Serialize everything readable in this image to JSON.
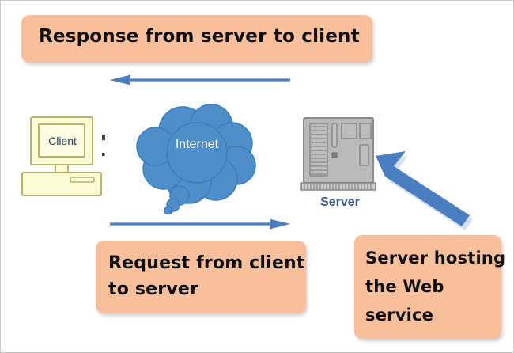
{
  "diagram": {
    "title": "Web service client-server request and response flow",
    "colors": {
      "callout_fill": "#f7bf9b",
      "arrow_blue": "#4a7ec0",
      "cloud_blue": "#4d8ecb",
      "client_fill": "#fbfbd5",
      "client_stroke": "#b5b56a",
      "server_fill": "#b9b9b9",
      "server_stroke": "#7d7d7d",
      "label_blue": "#3a5a8c",
      "text_black": "#0f0f0f"
    }
  },
  "callouts": {
    "response": {
      "lines": [
        "Response from server to client"
      ]
    },
    "request": {
      "lines": [
        "Request from client",
        "to server"
      ]
    },
    "hosting": {
      "lines": [
        "Server hosting",
        "the Web",
        "service"
      ]
    }
  },
  "nodes": {
    "client": {
      "label": "Client",
      "icon": "desktop-computer-icon"
    },
    "internet": {
      "label": "Internet",
      "icon": "cloud-icon"
    },
    "server": {
      "label": "Server",
      "icon": "server-tower-icon"
    }
  },
  "arrows": {
    "response_arrow": {
      "direction": "left",
      "meaning": "server to client"
    },
    "request_arrow": {
      "direction": "right",
      "meaning": "client to server"
    },
    "pointer_arrow": {
      "direction": "up-left",
      "meaning": "callout points to server"
    }
  }
}
